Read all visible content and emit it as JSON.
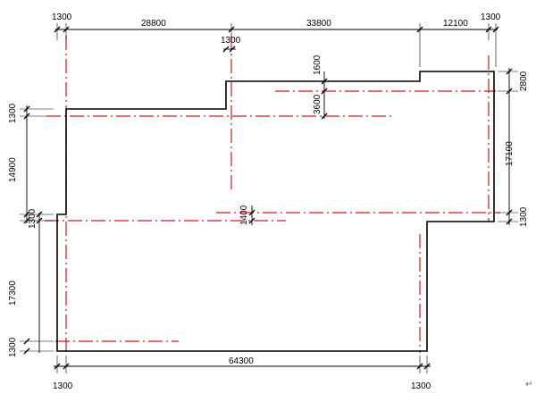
{
  "colors": {
    "outline": "#000000",
    "axis": "#d21a1a",
    "background": "#ffffff"
  },
  "dims": {
    "top": {
      "d1": "1300",
      "d2": "28800",
      "d3": "33800",
      "d4": "12100",
      "d5": "1300",
      "step": "1300"
    },
    "inner": {
      "d1600": "1600",
      "d3600": "3600",
      "d1400": "1400"
    },
    "left": {
      "d1300a": "1300",
      "d14900": "14900",
      "d1300b": "1300",
      "d17300": "17300",
      "d1300c": "1300"
    },
    "right": {
      "d2800": "2800",
      "d17100": "17100",
      "d1300": "1300"
    },
    "bottom": {
      "d1300a": "1300",
      "d64300": "64300",
      "d1300b": "1300"
    }
  },
  "mark": "↵"
}
